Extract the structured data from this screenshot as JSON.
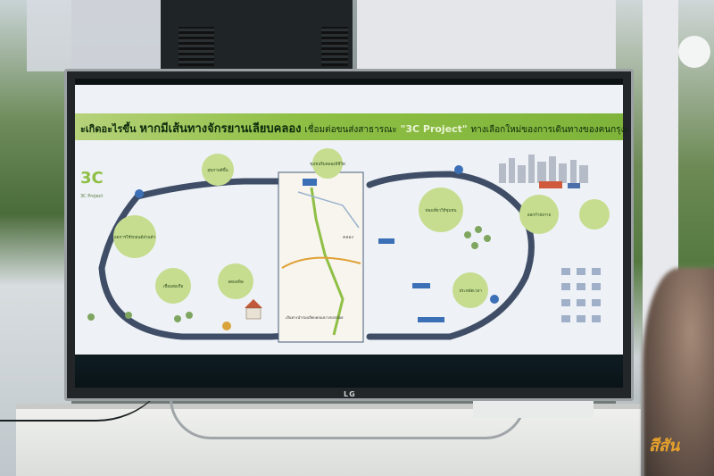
{
  "screen": {
    "title": {
      "prefix": "ะเกิดอะไรขึ้น",
      "main": "หากมีเส้นทางจักรยานเลียบคลอง",
      "mid": "เชื่อมต่อขนส่งสาธารณะ",
      "project": "\"3C Project\"",
      "suffix": "ทางเลือกใหม่ของการเดินทางของคนกรุงเทพฯ"
    },
    "logo_text": "3C Project",
    "bubbles": [
      "ลดการใช้รถยนต์ส่วนตัว",
      "สุขภาพดีขึ้น",
      "เชื่อมต่อเรือ",
      "ลดมลพิษ",
      "ชุมชนริมคลองมีชีวิต",
      "ท่องเที่ยววิถีชุมชน",
      "ประหยัดเวลา",
      "ออกกำลังกาย"
    ],
    "map_caption": "เส้นทางนำร่องเลียบคลองบางกอกน้อย",
    "map_label": "คลอง"
  },
  "tv_brand": "LG",
  "watermark": "สีสัน",
  "colors": {
    "green": "#8fbf45",
    "road": "#3f4d66",
    "slide_bg": "#eef2f6"
  }
}
